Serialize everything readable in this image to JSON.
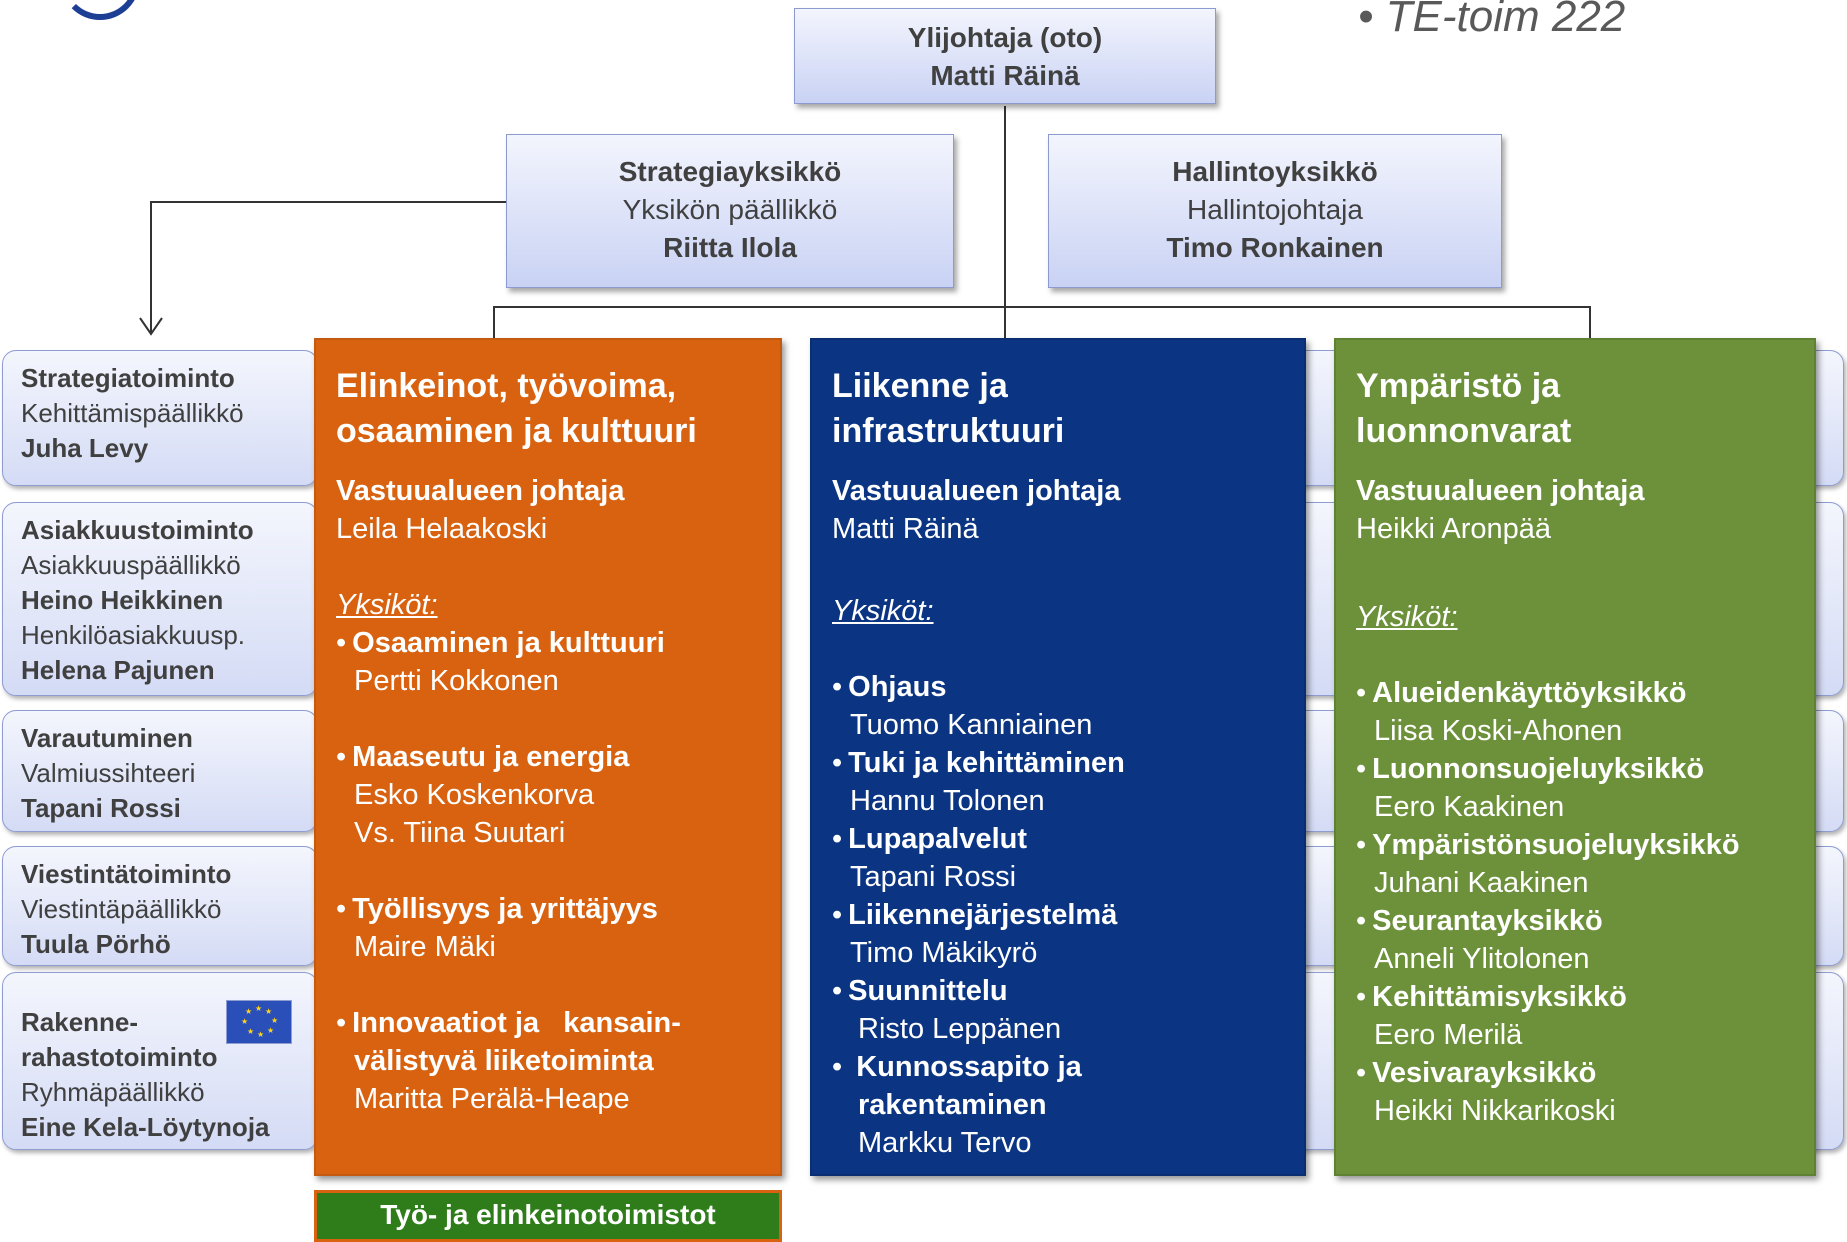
{
  "note": "• TE-toim 222",
  "top": {
    "title": "Ylijohtaja (oto)",
    "name": "Matti Räinä"
  },
  "strategy_unit": {
    "title": "Strategiayksikkö",
    "role": "Yksikön päällikkö",
    "name": "Riitta Ilola"
  },
  "admin_unit": {
    "title": "Hallintoyksikkö",
    "role": "Hallintojohtaja",
    "name": "Timo Ronkainen"
  },
  "side": [
    {
      "lines": [
        {
          "text": "Strategiatoiminto",
          "bold": true
        },
        {
          "text": "Kehittämispäällikkö",
          "bold": false
        },
        {
          "text": "Juha Levy",
          "bold": true
        }
      ]
    },
    {
      "lines": [
        {
          "text": "Asiakkuustoiminto",
          "bold": true
        },
        {
          "text": "Asiakkuuspäällikkö",
          "bold": false
        },
        {
          "text": "Heino Heikkinen",
          "bold": true
        },
        {
          "text": "Henkilöasiakkuusp.",
          "bold": false
        },
        {
          "text": "Helena Pajunen",
          "bold": true
        }
      ]
    },
    {
      "lines": [
        {
          "text": "Varautuminen",
          "bold": true
        },
        {
          "text": "Valmiussihteeri",
          "bold": false
        },
        {
          "text": "Tapani Rossi",
          "bold": true
        }
      ]
    },
    {
      "lines": [
        {
          "text": "Viestintätoiminto",
          "bold": true
        },
        {
          "text": "Viestintäpäällikkö",
          "bold": false
        },
        {
          "text": "Tuula Pörhö",
          "bold": true
        }
      ]
    },
    {
      "lines": [
        {
          "text": "Rakenne-",
          "bold": true
        },
        {
          "text": "rahastotoiminto",
          "bold": true
        },
        {
          "text": "Ryhmäpäällikkö",
          "bold": false
        },
        {
          "text": "Eine Kela-Löytynoja",
          "bold": true
        }
      ]
    }
  ],
  "columns": [
    {
      "title": [
        "Elinkeinot, työvoima,",
        "osaaminen ja kulttuuri"
      ],
      "role": "Vastuualueen johtaja",
      "head": "Leila Helaakoski",
      "units_label": "Yksiköt:",
      "units": [
        {
          "name": "Osaaminen ja kulttuuri",
          "people": [
            "Pertti Kokkonen"
          ]
        },
        {
          "name": "Maaseutu ja energia",
          "people": [
            "Esko Koskenkorva",
            "Vs. Tiina Suutari"
          ]
        },
        {
          "name": "Työllisyys ja yrittäjyys",
          "people": [
            "Maire Mäki"
          ]
        },
        {
          "name": "Innovaatiot ja   kansain-välistyvä liiketoiminta",
          "people": [
            "Maritta Perälä-Heape"
          ]
        }
      ]
    },
    {
      "title": [
        "Liikenne ja",
        "infrastruktuuri"
      ],
      "role": "Vastuualueen johtaja",
      "head": "Matti Räinä",
      "units_label": "Yksiköt:",
      "units": [
        {
          "name": "Ohjaus",
          "people": [
            "Tuomo Kanniainen"
          ]
        },
        {
          "name": "Tuki ja kehittäminen",
          "people": [
            "Hannu Tolonen"
          ]
        },
        {
          "name": "Lupapalvelut",
          "people": [
            "Tapani Rossi"
          ]
        },
        {
          "name": "Liikennejärjestelmä",
          "people": [
            "Timo Mäkikyrö"
          ]
        },
        {
          "name": "Suunnittelu",
          "people": [
            "Risto Leppänen"
          ]
        },
        {
          "name": "Kunnossapito ja rakentaminen",
          "people": [
            "Markku Tervo"
          ]
        }
      ]
    },
    {
      "title": [
        "Ympäristö ja",
        "luonnonvarat"
      ],
      "role": "Vastuualueen johtaja",
      "head": "Heikki Aronpää",
      "units_label": "Yksiköt:",
      "units": [
        {
          "name": "Alueidenkäyttöyksikkö",
          "people": [
            "Liisa Koski-Ahonen"
          ]
        },
        {
          "name": "Luonnonsuojeluyksikkö",
          "people": [
            "Eero Kaakinen"
          ]
        },
        {
          "name": "Ympäristönsuojeluyksikkö",
          "people": [
            "Juhani Kaakinen"
          ]
        },
        {
          "name": "Seurantayksikkö",
          "people": [
            "Anneli Ylitolonen"
          ]
        },
        {
          "name": "Kehittämisyksikkö",
          "people": [
            "Eero Merilä"
          ]
        },
        {
          "name": "Vesivarayksikkö",
          "people": [
            "Heikki Nikkarikoski"
          ]
        }
      ]
    }
  ],
  "bottom_label": "Työ- ja elinkeinotoimistot",
  "colors": {
    "orange": "#d8620f",
    "blue": "#0b3583",
    "green": "#6c913a",
    "dark_green": "#2f7d1a"
  },
  "icons": [
    "eu-flag-icon",
    "arrow-down-icon"
  ]
}
